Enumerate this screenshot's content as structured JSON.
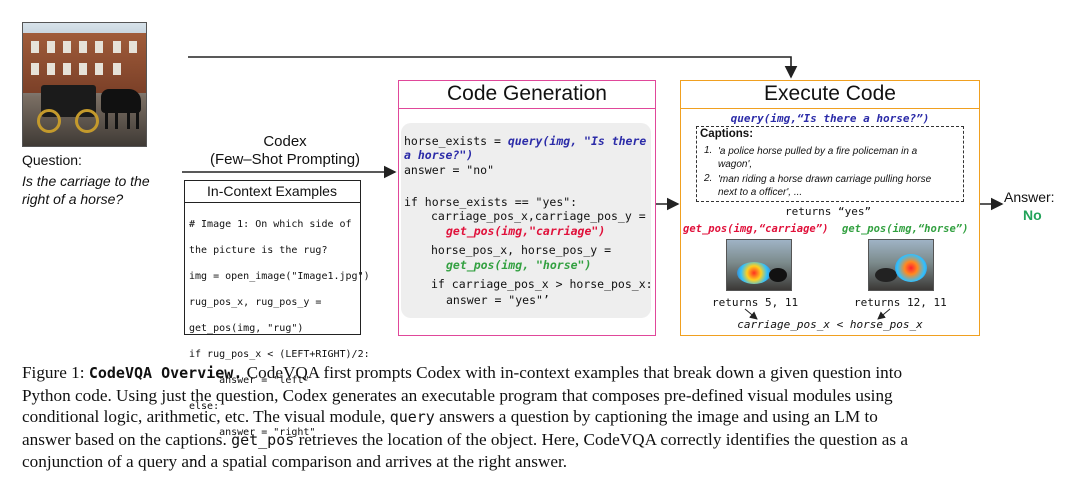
{
  "question": {
    "label": "Question:",
    "text_lines": [
      "Is the carriage to the",
      "right of a horse?"
    ]
  },
  "codex": {
    "title": "Codex",
    "subtitle": "(Few–Shot Prompting)"
  },
  "in_context": {
    "title": "In-Context Examples",
    "lines": [
      "# Image 1: On which side of",
      "the picture is the rug?",
      "img = open_image(\"Image1.jpg\")",
      "rug_pos_x, rug_pos_y =",
      "get_pos(img, \"rug\")",
      "if rug_pos_x < (LEFT+RIGHT)/2:",
      "     answer = \"left\"",
      "else:",
      "     answer = \"right\"",
      ". . ."
    ]
  },
  "code_gen": {
    "title": "Code Generation",
    "l1a": "horse_exists = ",
    "l1b": "query(img, \"Is there",
    "l2": "a horse?\")",
    "l3": "answer = \"no\"",
    "l4": "if horse_exists == \"yes\":",
    "l5": "carriage_pos_x,carriage_pos_y =",
    "l6": "get_pos(img,\"carriage\")",
    "l7": "horse_pos_x, horse_pos_y =",
    "l8": "get_pos(img, \"horse\")",
    "l9": "if carriage_pos_x > horse_pos_x:",
    "l10": "answer = \"yes\"’"
  },
  "execute": {
    "title": "Execute Code",
    "query": "query(img,“Is there a horse?”)",
    "captions_label": "Captions:",
    "caption1_num": "1.",
    "caption1_lines": [
      "'a police horse pulled by a fire policeman in a",
      "wagon',"
    ],
    "caption2_num": "2.",
    "caption2_lines": [
      "'man riding a horse drawn carriage pulling horse",
      "next to a officer', ..."
    ],
    "returns_yes": "returns “yes”",
    "getpos_carriage": "get_pos(img,“carriage”)",
    "getpos_horse": "get_pos(img,“horse”)",
    "returns_left": "returns 5, 11",
    "returns_right": "returns 12, 11",
    "comparison": "carriage_pos_x < horse_pos_x"
  },
  "answer": {
    "label": "Answer:",
    "value": "No"
  },
  "caption": {
    "fig": "Figure 1: ",
    "bold": "CodeVQA Overview.",
    "line1": " CodeVQA first prompts Codex with in-context examples that break down a given question into",
    "line2": "Python code. Using just the question, Codex generates an executable program that composes pre-defined visual modules using",
    "line3": "conditional logic, arithmetic, etc. The visual module, ",
    "line3_code": "query",
    "line3_rest": " answers a question by captioning the image and using an LM to",
    "line4": "answer based on the captions. ",
    "line4_code": "get_pos",
    "line4_rest": " retrieves the location of the object. Here, CodeVQA correctly identifies the question as a",
    "line5": "conjunction of a query and a spatial comparison and arrives at the right answer."
  },
  "colors": {
    "code_gen_border": "#e0489a",
    "execute_border": "#f0a020",
    "query_blue": "#2b2ba8",
    "red": "#e0103a",
    "green": "#32a040",
    "answer_green": "#23a35a"
  }
}
